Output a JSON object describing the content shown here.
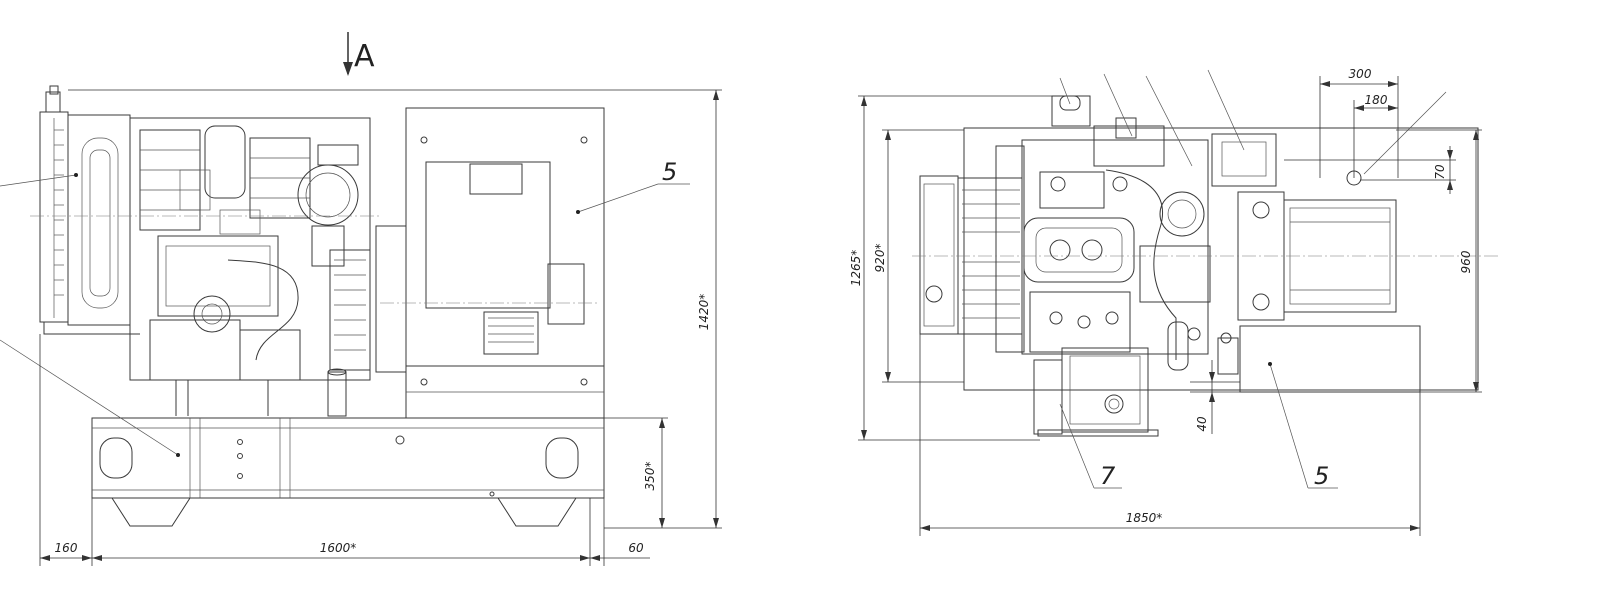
{
  "view_label": "A",
  "left_view": {
    "dims": {
      "height": "1420*",
      "base_height": "350*",
      "length": "1600*",
      "left_offset": "160",
      "right_offset": "60"
    },
    "parts": {
      "alternator": "5"
    }
  },
  "right_view": {
    "dims": {
      "overall_height": "1265*",
      "height_920": "920*",
      "height_960": "960",
      "length": "1850*",
      "top_300": "300",
      "top_180": "180",
      "offset_70": "70",
      "offset_40": "40"
    },
    "parts": {
      "alternator": "5",
      "control_panel": "7"
    }
  },
  "colors": {
    "line": "#3a3a3a",
    "background": "#ffffff"
  }
}
